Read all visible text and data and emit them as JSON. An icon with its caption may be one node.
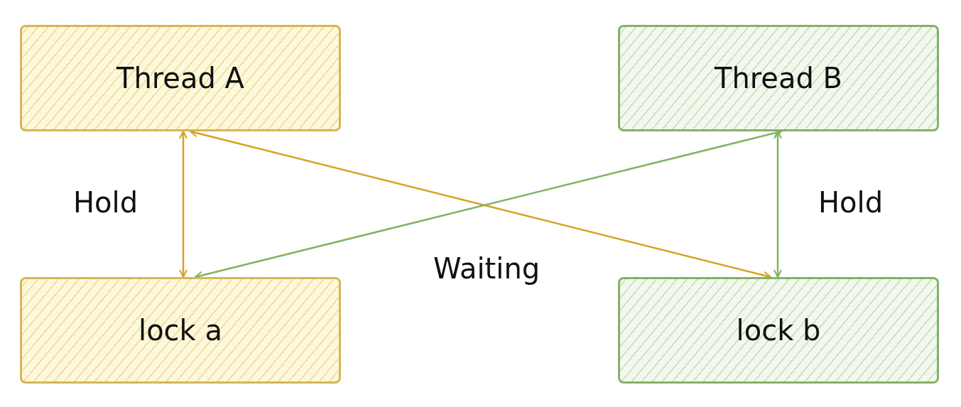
{
  "diagram": {
    "nodes": [
      {
        "text": [
          "Thread A"
        ]
      },
      {
        "text": [
          "lock a"
        ]
      },
      {
        "text": [
          "Thread B"
        ]
      },
      {
        "text": [
          "lock b"
        ]
      }
    ],
    "edges": [
      {
        "from": 0,
        "to": 1,
        "arrow": "both",
        "color": "#d6a21e"
      },
      {
        "from": 0,
        "to": 3,
        "arrow": "both",
        "color": "#d6a21e"
      },
      {
        "from": 2,
        "to": 3,
        "arrow": "both",
        "color": "#82b366"
      },
      {
        "from": 2,
        "to": 1,
        "arrow": "both",
        "color": "#82b366"
      }
    ],
    "labels": [
      "Hold",
      "Hold",
      "Waiting"
    ]
  }
}
